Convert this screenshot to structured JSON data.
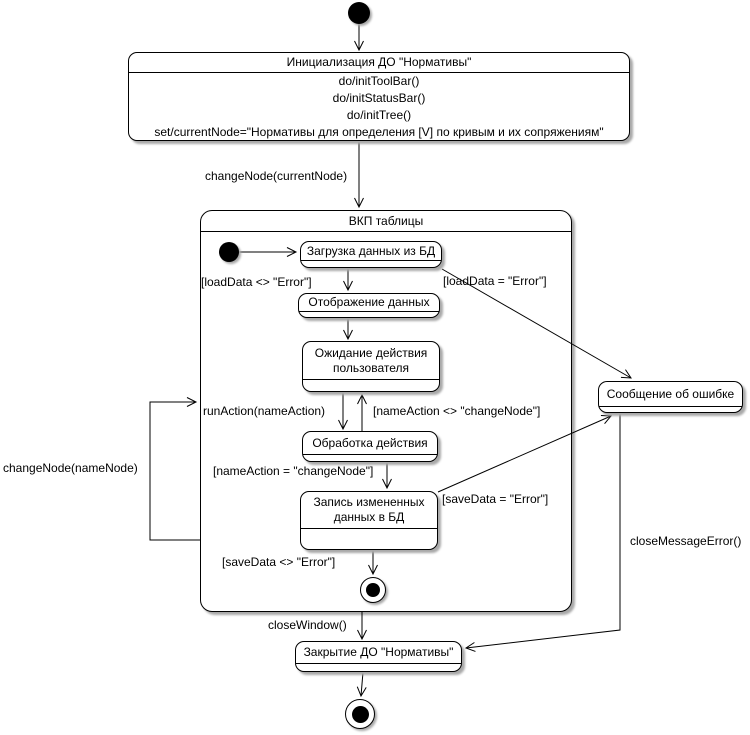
{
  "colors": {
    "line": "#000000",
    "fill": "#ffffff",
    "shadow": "#a9a9a9"
  },
  "nodes": {
    "init": {
      "title": "Инициализация ДО \"Нормативы\"",
      "actions": [
        "do/initToolBar()",
        "do/initStatusBar()",
        "do/initTree()",
        "set/currentNode=\"Нормативы для определения [V] по кривым и их сопряжениям\""
      ]
    },
    "vkp": {
      "title": "ВКП таблицы"
    },
    "load": {
      "title": "Загрузка данных из БД"
    },
    "display": {
      "title": "Отображение данных"
    },
    "wait": {
      "title": "Ожидание действия пользователя"
    },
    "process": {
      "title": "Обработка действия"
    },
    "save": {
      "title": "Запись измененных данных в БД"
    },
    "error_msg": {
      "title": "Сообщение об ошибке"
    },
    "close": {
      "title": "Закрытие ДО \"Нормативы\""
    }
  },
  "edge_labels": {
    "change_node_current": "changeNode(currentNode)",
    "load_ok": "[loadData <> \"Error\"]",
    "load_err": "[loadData = \"Error\"]",
    "run_action": "runAction(nameAction)",
    "action_ne": "[nameAction <> \"changeNode\"]",
    "action_eq": "[nameAction = \"changeNode\"]",
    "save_err": "[saveData = \"Error\"]",
    "save_ok": "[saveData <> \"Error\"]",
    "change_node_name": "changeNode(nameNode)",
    "close_window": "closeWindow()",
    "close_message_error": "closeMessageError()"
  }
}
